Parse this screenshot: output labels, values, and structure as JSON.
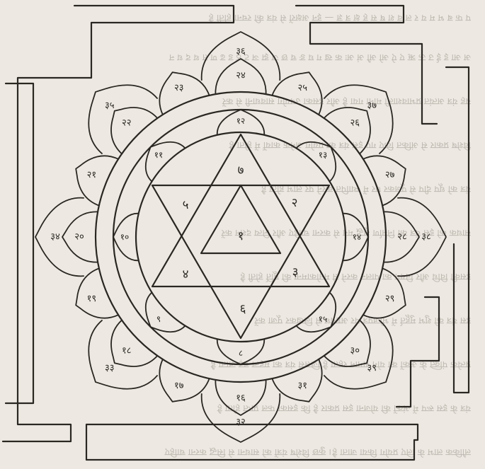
{
  "bleed_through": [
    "लौकिक लाभ के लिए प्रयोग किया जाता है। कुछ विशेष यंत्रों को साधना से सिद्ध करना चाहिए",
    "यंत्र के इस रूप में अंकों की योजना इस प्रकार है कि इसका फल प्राप्त होता है",
    "प्रत्येक पंक्ति के अंकों का योग समान रहता है जिससे यंत्र का महत्व बढ़ जाता है",
    "इस यंत्र को शुभ मुहूर्त में भोजपत्र पर अष्टगंध से लिखकर पूजा करें",
    "इसकी विधि और नियम का पालन करने से मनोकामना की पूर्ति होती है",
    "साधक को इस यंत्र का निर्माण शुद्ध मन से करना चाहिए और नित्य दर्शन करें",
    "यंत्र को धूप दीप से पूजकर घर में स्थापित करने पर लाभ होता है",
    "विशेष प्रकार से अंकित किए गए इस यंत्र का प्रयोग अनेक कार्यों में होता है",
    "यह यंत्र अत्यंत प्रभावशाली माना गया है और इसका उपयोग सावधानी से करें",
    "अ आ इ ई उ ऊ ऋ ए ऐ ओ औ अं अः क ख ग घ ङ च छ ज झ ञ ट ठ ड ढ ण त थ द ध न",
    "प फ ब भ म य र ल व श ष स ह क्ष त्र ज्ञ — इन अक्षरों से यंत्र की रचना होती है"
  ],
  "triangle_numbers": {
    "center": "१",
    "top": "७",
    "upper_right": "२",
    "lower_right": "३",
    "bottom": "६",
    "lower_left": "४",
    "upper_left": "५"
  },
  "inner_ring_petals": [
    "१२",
    "१३",
    "१४",
    "१५",
    "८",
    "९",
    "१०",
    "११"
  ],
  "outer_ring_petals": [
    "२४",
    "२५",
    "२६",
    "२७",
    "२८",
    "२९",
    "३०",
    "३१",
    "१६",
    "१७",
    "१८",
    "१९",
    "२०",
    "२१",
    "२२",
    "२३"
  ],
  "outer_lotus_petals": [
    "३६",
    "३७",
    "३८",
    "३९",
    "३२",
    "३३",
    "३४",
    "३५"
  ]
}
